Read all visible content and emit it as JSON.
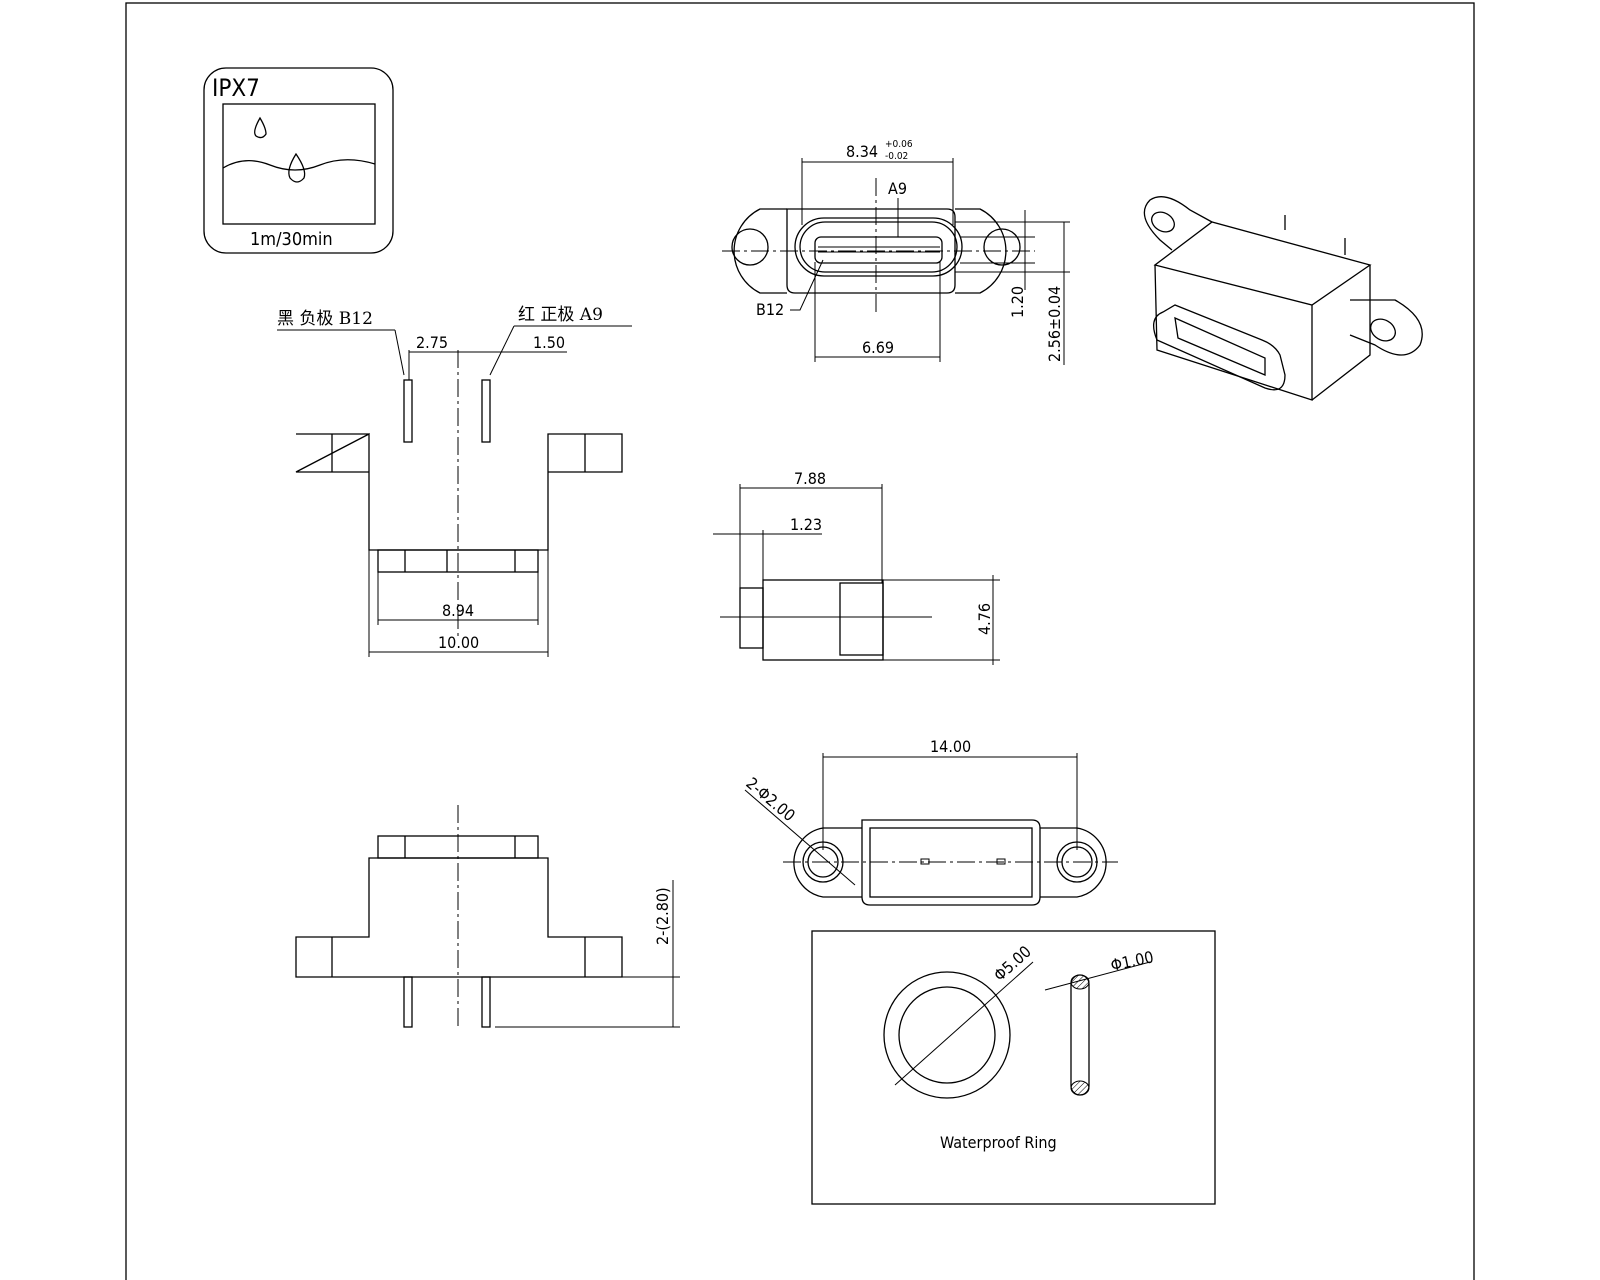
{
  "badge": {
    "rating": "IPX7",
    "condition": "1m/30min"
  },
  "labels": {
    "negative": "黑 负极 B12",
    "positive": "红 正极 A9",
    "pin_a9": "A9",
    "pin_b12": "B12",
    "ring_title": "Waterproof Ring"
  },
  "dimensions": {
    "pitch_left": "2.75",
    "pitch_right": "1.50",
    "inner_width": "8.94",
    "outer_width": "10.00",
    "opening_width": "8.34",
    "opening_tol_plus": "+0.06",
    "opening_tol_minus": "-0.02",
    "tongue_width": "6.69",
    "opening_height_small": "1.20",
    "opening_height": "2.56±0.04",
    "depth": "7.88",
    "flange_offset": "1.23",
    "body_height": "4.76",
    "hole_spacing": "14.00",
    "hole_diameter": "2-Φ2.00",
    "pin_length": "2-(2.80)",
    "ring_diameter": "Φ5.00",
    "ring_section": "Φ1.00"
  }
}
